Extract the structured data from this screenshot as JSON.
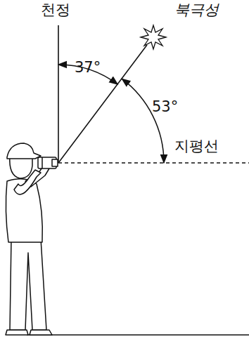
{
  "diagram": {
    "labels": [
      "천정",
      "북극성",
      "37°",
      "53°",
      "지평선"
    ]
  }
}
